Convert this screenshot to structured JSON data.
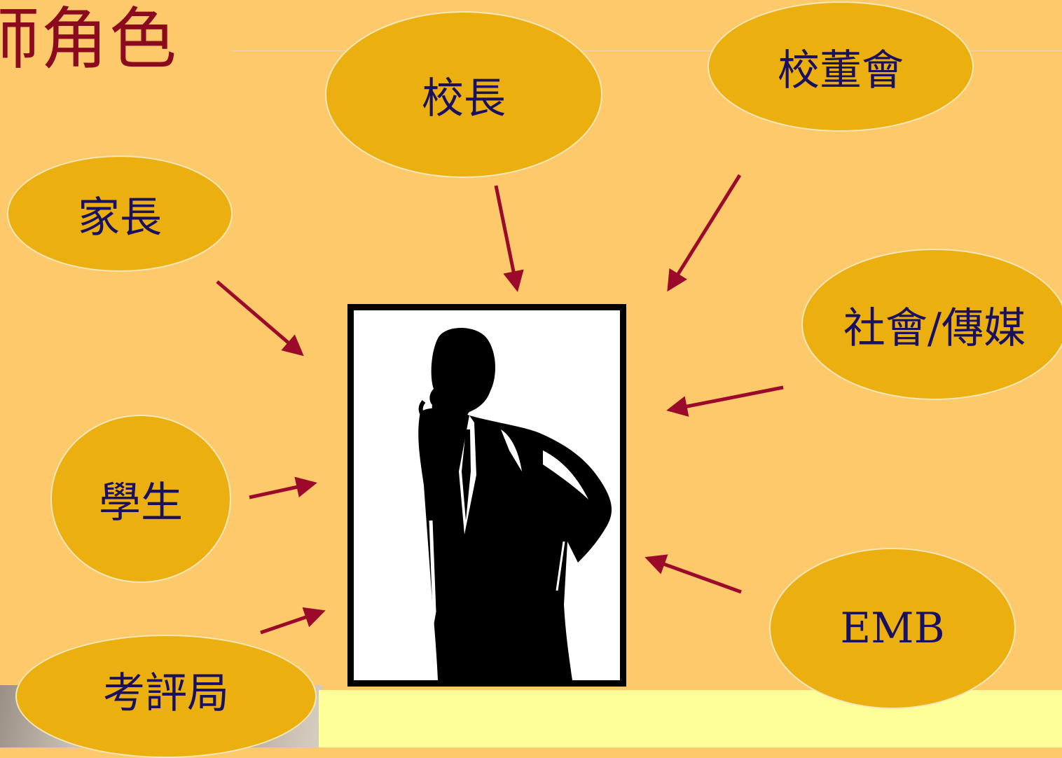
{
  "title": "師角色",
  "nodes": {
    "principal": "校長",
    "board": "校董會",
    "parents": "家長",
    "society": "社會/傳媒",
    "students": "學生",
    "emb": "EMB",
    "hkeaa": "考評局"
  },
  "colors": {
    "background": "#fdc96a",
    "node_fill": "#ebb010",
    "arrow": "#9b0a2a",
    "title": "#8b0a1e",
    "node_text": "#1a1060"
  }
}
